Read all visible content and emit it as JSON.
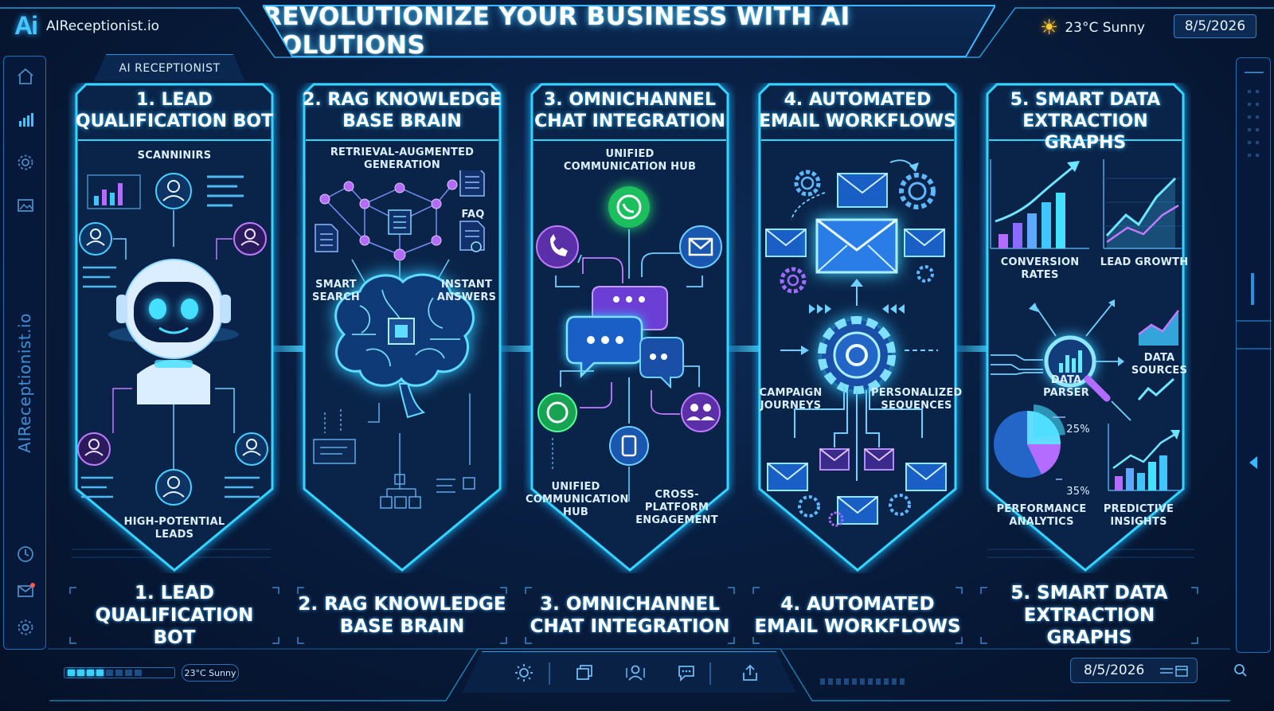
{
  "header": {
    "brand_logo": "Ai",
    "brand_name": "AIReceptionist.io",
    "title": "REVOLUTIONIZE YOUR BUSINESS WITH AI SOLUTIONS",
    "weather": "23°C Sunny",
    "date": "8/5/2026"
  },
  "category_tab": "AI RECEPTIONIST",
  "sidebar": {
    "vertical_brand": "AIReceptionist.io",
    "icons": [
      "home-icon",
      "chart-icon",
      "gear-icon",
      "image-icon",
      "clock-icon",
      "mail-icon",
      "settings-icon"
    ]
  },
  "panels": [
    {
      "title": "1. LEAD\nQUALIFICATION BOT",
      "labels": {
        "top": "SCANNINIRS",
        "bottom": "HIGH-POTENTIAL\nLEADS"
      },
      "caption": "1. LEAD QUALIFICATION\nBOT"
    },
    {
      "title": "2. RAG KNOWLEDGE\nBASE BRAIN",
      "labels": {
        "top": "RETRIEVAL-AUGMENTED\nGENERATION",
        "faq": "FAQ",
        "left": "SMART\nSEARCH",
        "right": "INSTANT\nANSWERS"
      },
      "caption": "2. RAG KNOWLEDGE\nBASE BRAIN"
    },
    {
      "title": "3. OMNICHANNEL\nCHAT INTEGRATION",
      "labels": {
        "top": "UNIFIED\nCOMMUNICATION HUB",
        "bottom_left": "UNIFIED\nCOMMUNICATION\nHUB",
        "bottom_right": "CROSS-PLATFORM\nENGAGEMENT"
      },
      "caption": "3. OMNICHANNEL\nCHAT INTEGRATION"
    },
    {
      "title": "4. AUTOMATED\nEMAIL WORKFLOWS",
      "labels": {
        "left": "CAMPAIGN\nJOURNEYS",
        "right": "PERSONALIZED\nSEQUENCES"
      },
      "caption": "4. AUTOMATED\nEMAIL WORKFLOWS"
    },
    {
      "title": "5. SMART DATA\nEXTRACTION GRAPHS",
      "labels": {
        "chart1": "CONVERSION RATES",
        "chart2": "LEAD GROWTH",
        "parser": "DATA\nPARSER",
        "sources": "DATA\nSOURCES",
        "pie_pct1": "25%",
        "pie_pct2": "35%",
        "analytics": "PERFORMANCE\nANALYTICS",
        "insights": "PREDICTIVE\nINSIGHTS"
      },
      "caption": "5. SMART DATA\nEXTRACTION GRAPHS"
    }
  ],
  "footer": {
    "weather": "23°C Sunny",
    "date": "8/5/2026",
    "progress": {
      "filled": 4,
      "total": 8
    },
    "icons": [
      "sun-icon",
      "window-icon",
      "user-icon",
      "chat-icon",
      "share-icon"
    ]
  },
  "colors": {
    "accent": "#2fc3ff",
    "panel_border": "#35d4ff",
    "purple": "#b46bff",
    "background": "#071a3a"
  }
}
